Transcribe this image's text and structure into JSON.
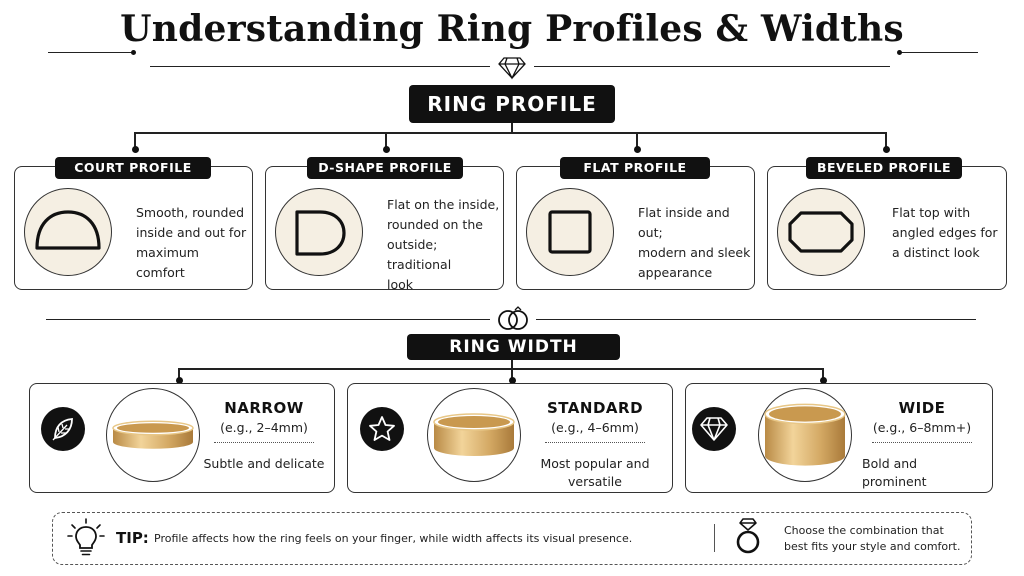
{
  "header": {
    "title": "Understanding Ring Profiles & Widths"
  },
  "profile_section": {
    "label": "RING PROFILE",
    "profiles": [
      {
        "name": "COURT PROFILE",
        "description": [
          "Smooth, rounded",
          "inside and out for",
          "maximum comfort"
        ],
        "icon": "court-shape-icon"
      },
      {
        "name": "D-SHAPE PROFILE",
        "description": [
          "Flat on the inside,",
          "rounded on the",
          "outside; traditional",
          "look"
        ],
        "icon": "d-shape-icon"
      },
      {
        "name": "FLAT PROFILE",
        "description": [
          "Flat inside and out;",
          "modern and sleek",
          "appearance"
        ],
        "icon": "square-shape-icon"
      },
      {
        "name": "BEVELED PROFILE",
        "description": [
          "Flat top with",
          "angled edges for",
          "a distinct look"
        ],
        "icon": "octagon-shape-icon"
      }
    ]
  },
  "width_section": {
    "label": "RING WIDTH",
    "widths": [
      {
        "name": "NARROW",
        "range": "(e.g., 2–4mm)",
        "description": [
          "Subtle and delicate"
        ],
        "icon": "leaf-icon",
        "ring_level": 0.2
      },
      {
        "name": "STANDARD",
        "range": "(e.g., 4–6mm)",
        "description": [
          "Most popular and",
          "versatile"
        ],
        "icon": "star-icon",
        "ring_level": 0.5
      },
      {
        "name": "WIDE",
        "range": "(e.g., 6–8mm+)",
        "description": [
          "Bold and",
          "prominent"
        ],
        "icon": "diamond-icon",
        "ring_level": 0.9
      }
    ]
  },
  "tip": {
    "label": "TIP:",
    "text": "Profile affects how the ring feels on your finger, while width affects its visual presence.",
    "right_text": [
      "Choose the combination that",
      "best fits your style and comfort."
    ]
  },
  "colors": {
    "ink": "#111111",
    "cream": "#f5efe3",
    "gold": "#d8b06a"
  }
}
